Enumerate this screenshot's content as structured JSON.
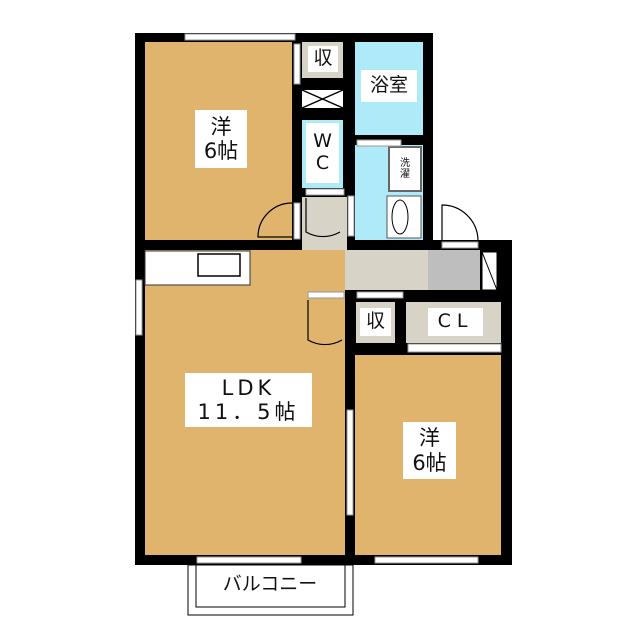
{
  "rooms": {
    "bedroom1": {
      "type": "洋",
      "size": "6帖"
    },
    "storage_top": "収",
    "bath": "浴室",
    "wc": {
      "line1": "W",
      "line2": "C"
    },
    "washer": {
      "line1": "洗",
      "line2": "濯"
    },
    "ldk": {
      "type": "LDK",
      "size": "11．5帖"
    },
    "storage_bottom": "収",
    "closet": "CL",
    "bedroom2": {
      "type": "洋",
      "size": "6帖"
    },
    "balcony": "バルコニー"
  },
  "colors": {
    "room": "#e0b46c",
    "water": "#aeeaf8",
    "hall": "#d7d3c7",
    "entrance": "#bebebe",
    "wall": "#000000"
  }
}
